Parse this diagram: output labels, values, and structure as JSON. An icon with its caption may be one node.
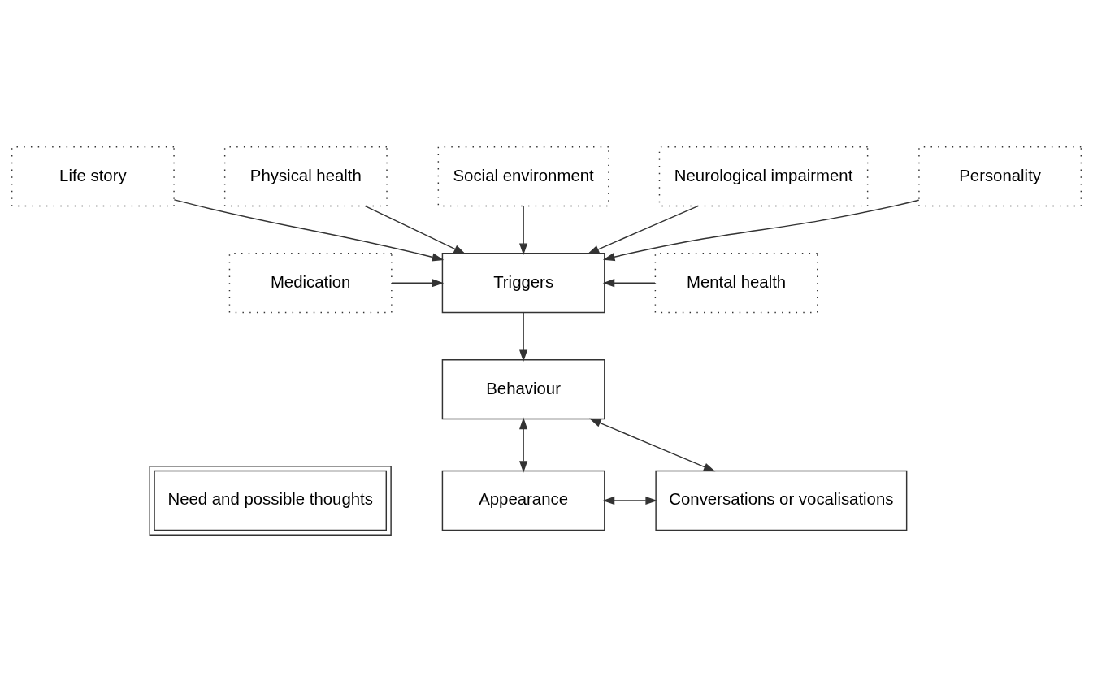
{
  "diagram": {
    "nodes": [
      {
        "text": [
          "Life story"
        ]
      },
      {
        "text": [
          "Physical health"
        ]
      },
      {
        "text": [
          "Social environment"
        ]
      },
      {
        "text": [
          "Neurological impairment"
        ]
      },
      {
        "text": [
          "Personality"
        ]
      },
      {
        "text": [
          "Medication"
        ]
      },
      {
        "text": [
          "Triggers"
        ]
      },
      {
        "text": [
          "Mental health"
        ]
      },
      {
        "text": [
          "Behaviour"
        ]
      },
      {
        "text": [
          "Need and possible thoughts"
        ]
      },
      {
        "text": [
          "Appearance"
        ]
      },
      {
        "text": [
          "Conversations or vocalisations"
        ]
      }
    ],
    "edges": [
      {
        "from": 0,
        "to": 6,
        "arrow": "to"
      },
      {
        "from": 1,
        "to": 6,
        "arrow": "to"
      },
      {
        "from": 2,
        "to": 6,
        "arrow": "to"
      },
      {
        "from": 3,
        "to": 6,
        "arrow": "to"
      },
      {
        "from": 4,
        "to": 6,
        "arrow": "to"
      },
      {
        "from": 5,
        "to": 6,
        "arrow": "to"
      },
      {
        "from": 7,
        "to": 6,
        "arrow": "to"
      },
      {
        "from": 6,
        "to": 8,
        "arrow": "to"
      },
      {
        "from": 8,
        "to": 10,
        "arrow": "both"
      },
      {
        "from": 8,
        "to": 11,
        "arrow": "both"
      },
      {
        "from": 10,
        "to": 11,
        "arrow": "both"
      }
    ]
  }
}
